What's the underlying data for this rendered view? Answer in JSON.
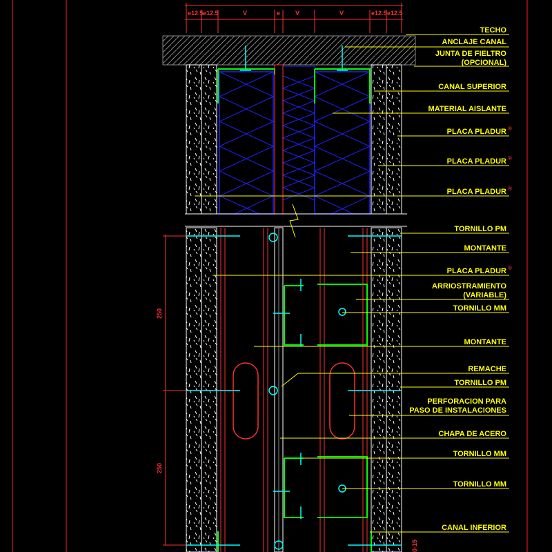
{
  "colors": {
    "background": "#000000",
    "border": "#ff2020",
    "label": "#ffff00",
    "leader": "#ffff00",
    "dimension": "#ff3030",
    "board": "#ffffff",
    "insulation": "#2020ff",
    "stud": "#ff3030",
    "screw": "#00ffff",
    "brace": "#00ff00"
  },
  "dimensions": {
    "top": [
      "e12.5",
      "e12.5",
      "V",
      "e",
      "V",
      "V",
      "e12.5",
      "e12.5"
    ],
    "side_upper": "250",
    "side_lower": "250",
    "side_bottom": "0-15"
  },
  "labels": [
    "TECHO",
    "ANCLAJE CANAL",
    "JUNTA DE FIELTRO",
    "(OPCIONAL)",
    "CANAL SUPERIOR",
    "MATERIAL AISLANTE",
    "PLACA PLADUR",
    "PLACA PLADUR",
    "PLACA PLADUR",
    "TORNILLO PM",
    "MONTANTE",
    "PLACA PLADUR",
    "ARRIOSTRAMIENTO",
    "(VARIABLE)",
    "TORNILLO MM",
    "MONTANTE",
    "REMACHE",
    "TORNILLO PM",
    "PERFORACION PARA",
    "PASO DE INSTALACIONES",
    "CHAPA DE ACERO",
    "TORNILLO MM",
    "TORNILLO MM",
    "CANAL INFERIOR"
  ],
  "registered_mark": "®"
}
